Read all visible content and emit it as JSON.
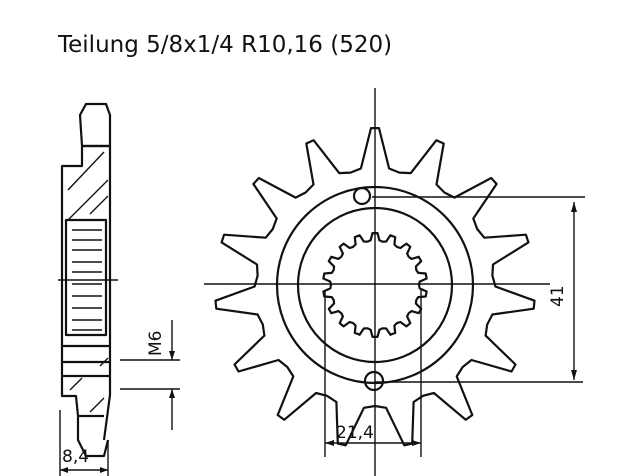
{
  "title": "Teilung 5/8x1/4 R10,16 (520)",
  "dimensions": {
    "side_thickness": "8,4",
    "thread": "M6",
    "bolt_spacing": "41",
    "spline_diameter": "21,4"
  },
  "colors": {
    "ink": "#111111",
    "background": "#ffffff"
  }
}
